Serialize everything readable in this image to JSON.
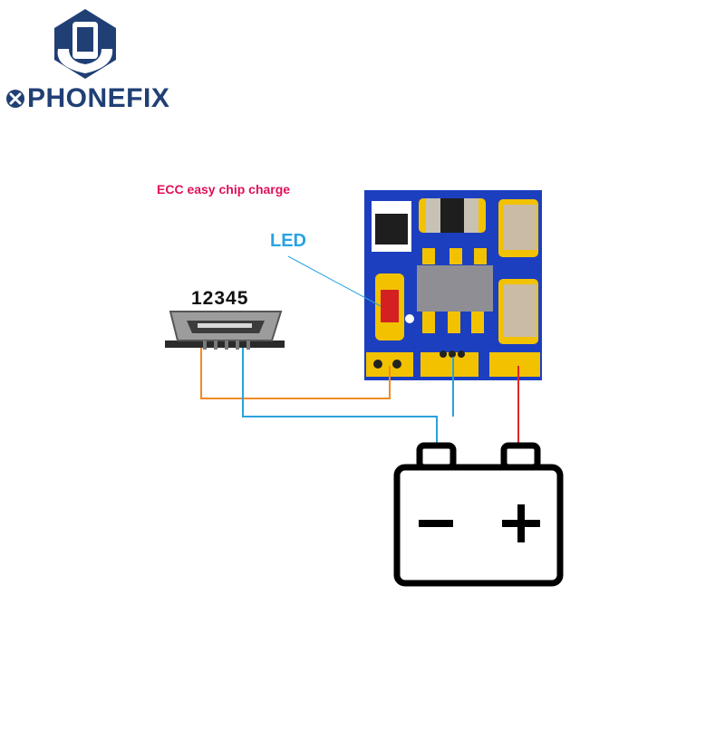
{
  "brand": {
    "name": "PHONEFIX",
    "mark_color": "#1f3f75"
  },
  "diagram": {
    "title": "ECC easy chip charge",
    "title_color": "#e0105a",
    "led_label": "LED",
    "led_label_color": "#29a3e0",
    "usb_pin_numbers": "12345",
    "battery": {
      "negative_symbol": "−",
      "positive_symbol": "+"
    },
    "colors": {
      "pcb_board": "#1c3fbf",
      "gold_pad": "#f2c200",
      "led_red": "#d42020",
      "chip_gray": "#8e8e94",
      "cap_tan": "#c9bba4",
      "wire_orange": "#f08a24",
      "wire_blue": "#2aa2dc",
      "wire_red": "#e02626"
    }
  }
}
